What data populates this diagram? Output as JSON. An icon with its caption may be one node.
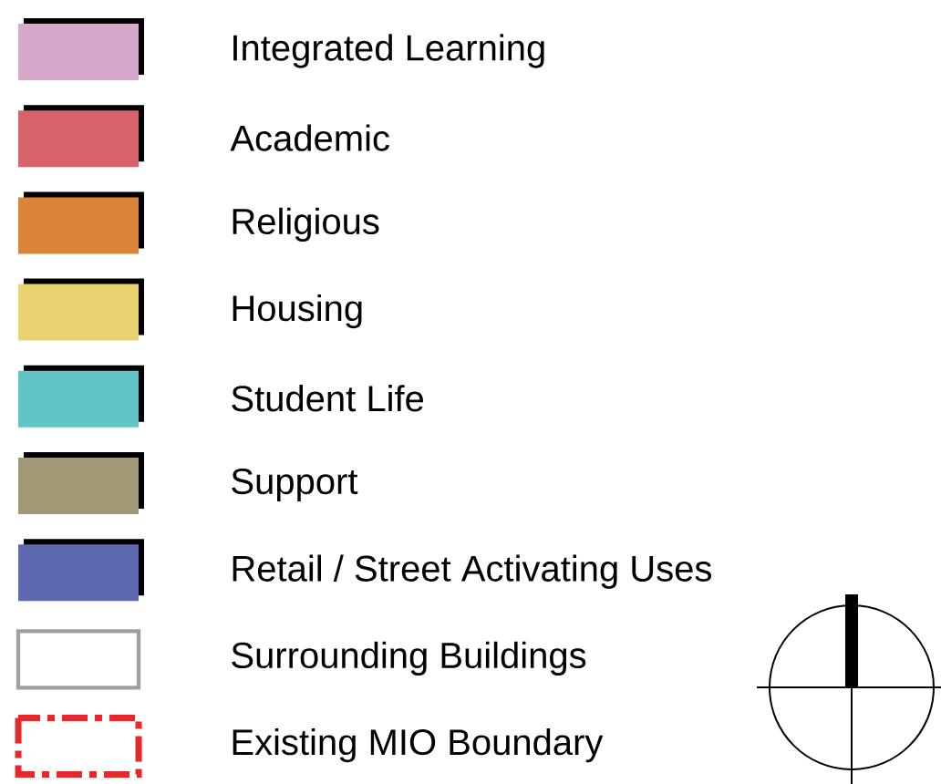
{
  "diagram": {
    "legend": [
      {
        "text": "Integrated Learning",
        "color": "#d8a8cb"
      },
      {
        "text": "Academic",
        "color": "#d7646a"
      },
      {
        "text": "Religious",
        "color": "#db8336"
      },
      {
        "text": "Housing",
        "color": "#ebd372"
      },
      {
        "text": "Student Life",
        "color": "#62c4c6"
      },
      {
        "text": "Support",
        "color": "#a19876"
      },
      {
        "text": "Retail / Street Activating Uses",
        "color": "#5d6aaf"
      },
      {
        "text": "Surrounding Buildings"
      },
      {
        "text": "Existing MIO Boundary"
      }
    ]
  }
}
